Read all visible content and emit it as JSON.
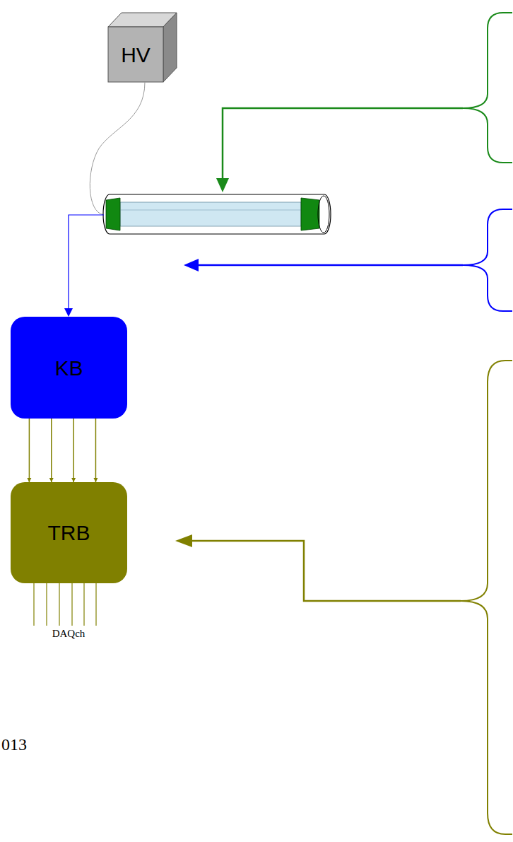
{
  "diagram": {
    "nodes": [
      {
        "text": [
          "HV"
        ]
      },
      {
        "text": [
          "KB"
        ]
      },
      {
        "text": [
          "TRB"
        ]
      }
    ],
    "edges": [
      {
        "from": 1,
        "to": 2,
        "arrow": "to"
      },
      {
        "from": 1,
        "to": 2,
        "arrow": "to"
      },
      {
        "from": 1,
        "to": 2,
        "arrow": "to"
      },
      {
        "from": 1,
        "to": 2,
        "arrow": "to"
      }
    ],
    "labels": [
      "DAQch",
      "013"
    ]
  }
}
